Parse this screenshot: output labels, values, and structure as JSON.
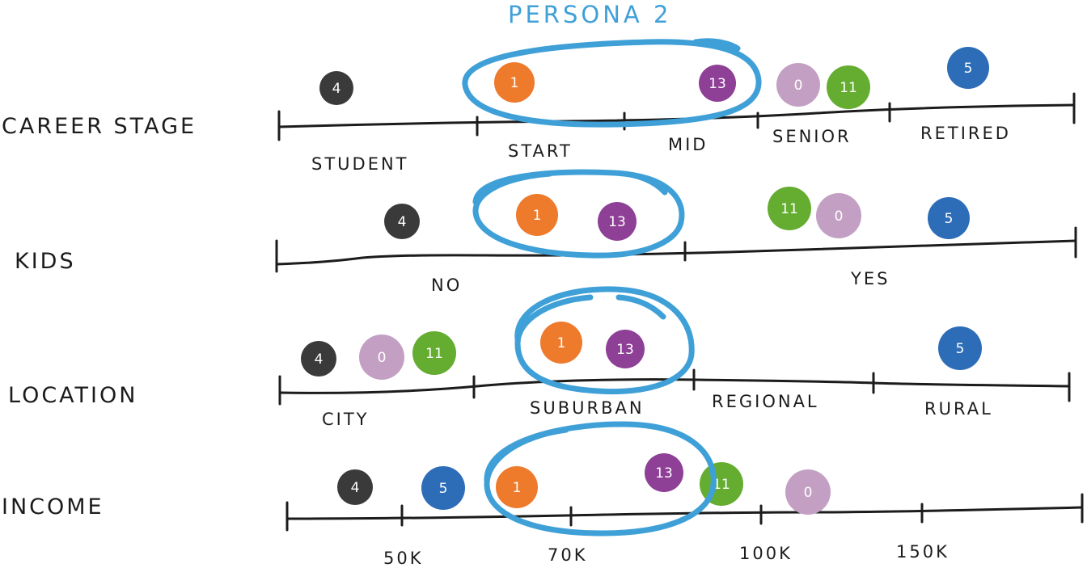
{
  "title": "PERSONA 2",
  "colors": {
    "accent": "#3fa0d8",
    "ink": "#1c1c1c",
    "dark": "#3a3a3a",
    "orange": "#ee7a2c",
    "purple": "#8e3f96",
    "lilac": "#c3a0c3",
    "green": "#65ad31",
    "blue": "#2d6db8"
  },
  "rows": [
    {
      "label": "CAREER STAGE",
      "segments": [
        "STUDENT",
        "START",
        "MID",
        "SENIOR",
        "RETIRED"
      ],
      "dots": [
        {
          "label": "4",
          "color": "dark"
        },
        {
          "label": "1",
          "color": "orange"
        },
        {
          "label": "13",
          "color": "purple"
        },
        {
          "label": "0",
          "color": "lilac"
        },
        {
          "label": "11",
          "color": "green"
        },
        {
          "label": "5",
          "color": "blue"
        }
      ]
    },
    {
      "label": "KIDS",
      "segments": [
        "NO",
        "YES"
      ],
      "dots": [
        {
          "label": "4",
          "color": "dark"
        },
        {
          "label": "1",
          "color": "orange"
        },
        {
          "label": "13",
          "color": "purple"
        },
        {
          "label": "11",
          "color": "green"
        },
        {
          "label": "0",
          "color": "lilac"
        },
        {
          "label": "5",
          "color": "blue"
        }
      ]
    },
    {
      "label": "LOCATION",
      "segments": [
        "CITY",
        "SUBURBAN",
        "REGIONAL",
        "RURAL"
      ],
      "dots": [
        {
          "label": "4",
          "color": "dark"
        },
        {
          "label": "0",
          "color": "lilac"
        },
        {
          "label": "11",
          "color": "green"
        },
        {
          "label": "1",
          "color": "orange"
        },
        {
          "label": "13",
          "color": "purple"
        },
        {
          "label": "5",
          "color": "blue"
        }
      ]
    },
    {
      "label": "INCOME",
      "segments": [
        "50K",
        "70K",
        "100K",
        "150K"
      ],
      "dots": [
        {
          "label": "4",
          "color": "dark"
        },
        {
          "label": "5",
          "color": "blue"
        },
        {
          "label": "1",
          "color": "orange"
        },
        {
          "label": "13",
          "color": "purple"
        },
        {
          "label": "11",
          "color": "green"
        },
        {
          "label": "0",
          "color": "lilac"
        }
      ]
    }
  ]
}
